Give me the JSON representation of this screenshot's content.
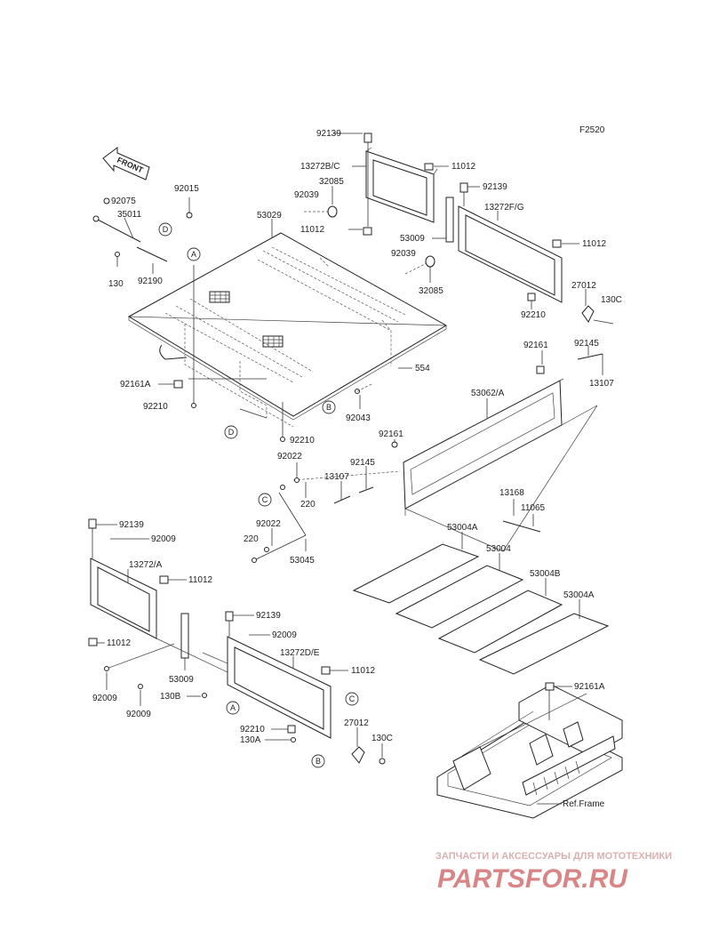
{
  "figure_code": "F2520",
  "front_label": "FRONT",
  "ref_frame_label": "Ref.Frame",
  "watermark": {
    "tagline": "ЗАПЧАСТИ И АКСЕССУАРЫ ДЛЯ МОТОТЕХНИКИ",
    "brand": "PARTSFOR.RU"
  },
  "callouts": {
    "A": "A",
    "B": "B",
    "C": "C",
    "D": "D"
  },
  "labels": {
    "p92139_a": "92139",
    "p13272bc": "13272B/C",
    "p32085_a": "32085",
    "p92039_a": "92039",
    "p11012_a": "11012",
    "p11012_b": "11012",
    "p92139_b": "92139",
    "p13272fg": "13272F/G",
    "p53009_a": "53009",
    "p11012_c": "11012",
    "p92039_b": "92039",
    "p32085_b": "32085",
    "p27012_a": "27012",
    "p130c_a": "130C",
    "p92210_a": "92210",
    "p92075": "92075",
    "p92015": "92015",
    "p35011": "35011",
    "p53029": "53029",
    "p130": "130",
    "p92190": "92190",
    "p554": "554",
    "p92161a_a": "92161A",
    "p92210_b": "92210",
    "p92043": "92043",
    "p92210_c": "92210",
    "p92161_a": "92161",
    "p92145_a": "92145",
    "p13107_a": "13107",
    "p53062a": "53062/A",
    "p92161_b": "92161",
    "p92022_a": "92022",
    "p92145_b": "92145",
    "p13107_b": "13107",
    "p220_a": "220",
    "p92022_b": "92022",
    "p220_b": "220",
    "p53045": "53045",
    "p13168": "13168",
    "p11065": "11065",
    "p53004a_a": "53004A",
    "p53004": "53004",
    "p53004b": "53004B",
    "p53004a_b": "53004A",
    "p92139_c": "92139",
    "p92009_a": "92009",
    "p13272a": "13272/A",
    "p11012_d": "11012",
    "p11012_e": "11012",
    "p92009_b": "92009",
    "p92009_c": "92009",
    "p53009_b": "53009",
    "p130b": "130B",
    "p92139_d": "92139",
    "p92009_d": "92009",
    "p13272de": "13272D/E",
    "p11012_f": "11012",
    "p92210_d": "92210",
    "p130a": "130A",
    "p27012_b": "27012",
    "p130c_b": "130C",
    "p92161a_b": "92161A"
  }
}
